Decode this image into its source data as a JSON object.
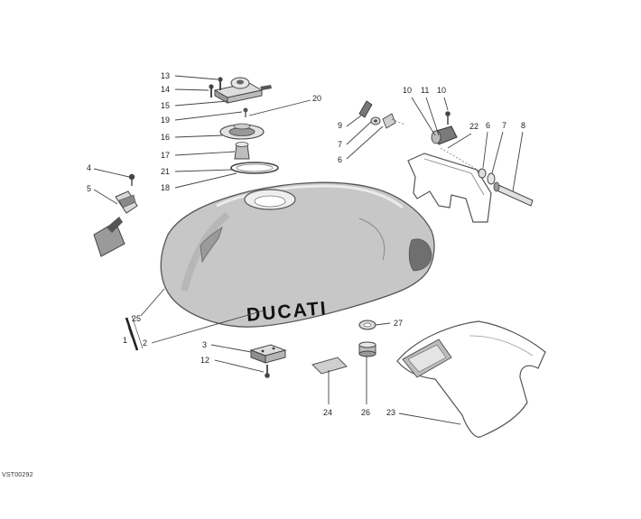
{
  "diagram": {
    "reference_code": "VST00292",
    "brand_text": "DUCATI",
    "callouts": [
      "13",
      "14",
      "15",
      "19",
      "16",
      "17",
      "21",
      "18",
      "20",
      "4",
      "5",
      "9",
      "7",
      "6",
      "10",
      "11",
      "10",
      "22",
      "6",
      "7",
      "8",
      "25",
      "1",
      "2",
      "27",
      "3",
      "12",
      "24",
      "26",
      "23"
    ]
  },
  "colors": {
    "tank_fill": "#c7c7c7",
    "tank_stroke": "#555555",
    "line": "#444444",
    "text": "#222222"
  }
}
